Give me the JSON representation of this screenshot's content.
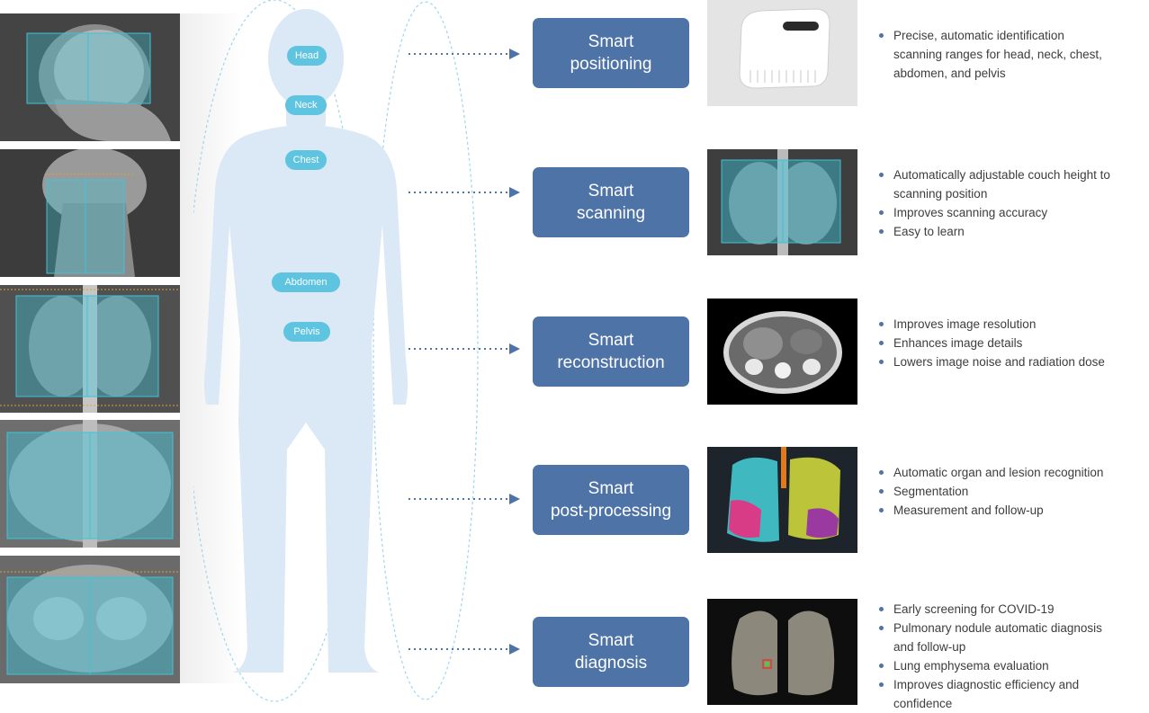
{
  "body_parts": [
    "Head",
    "Neck",
    "Chest",
    "Abdomen",
    "Pelvis"
  ],
  "steps": [
    {
      "line1": "Smart",
      "line2": "positioning",
      "bullets": [
        "Precise, automatic identification scanning ranges for head, neck, chest, abdomen, and pelvis"
      ]
    },
    {
      "line1": "Smart",
      "line2": "scanning",
      "bullets": [
        "Automatically adjustable couch height to scanning position",
        "Improves scanning accuracy",
        "Easy to learn"
      ]
    },
    {
      "line1": "Smart",
      "line2": "reconstruction",
      "bullets": [
        "Improves image resolution",
        "Enhances image details",
        "Lowers image noise and radiation dose"
      ]
    },
    {
      "line1": "Smart",
      "line2": "post-processing",
      "bullets": [
        "Automatic organ and lesion recognition",
        "Segmentation",
        "Measurement and follow-up"
      ]
    },
    {
      "line1": "Smart",
      "line2": "diagnosis",
      "bullets": [
        "Early screening for COVID-19",
        "Pulmonary nodule automatic diagnosis and follow-up",
        "Lung emphysema evaluation",
        "Improves diagnostic efficiency and confidence"
      ]
    }
  ],
  "colors": {
    "step_box": "#4e73a7",
    "part_badge": "#5ec4df",
    "silhouette": "#dbe8f5",
    "arrow": "#4e73a7",
    "scan_overlay": "#3fc3d8"
  },
  "icons": [
    "camera-device-image",
    "chest-scout-image",
    "abdomen-ct-slice-image",
    "lung-segmentation-image",
    "lung-nodule-image"
  ]
}
